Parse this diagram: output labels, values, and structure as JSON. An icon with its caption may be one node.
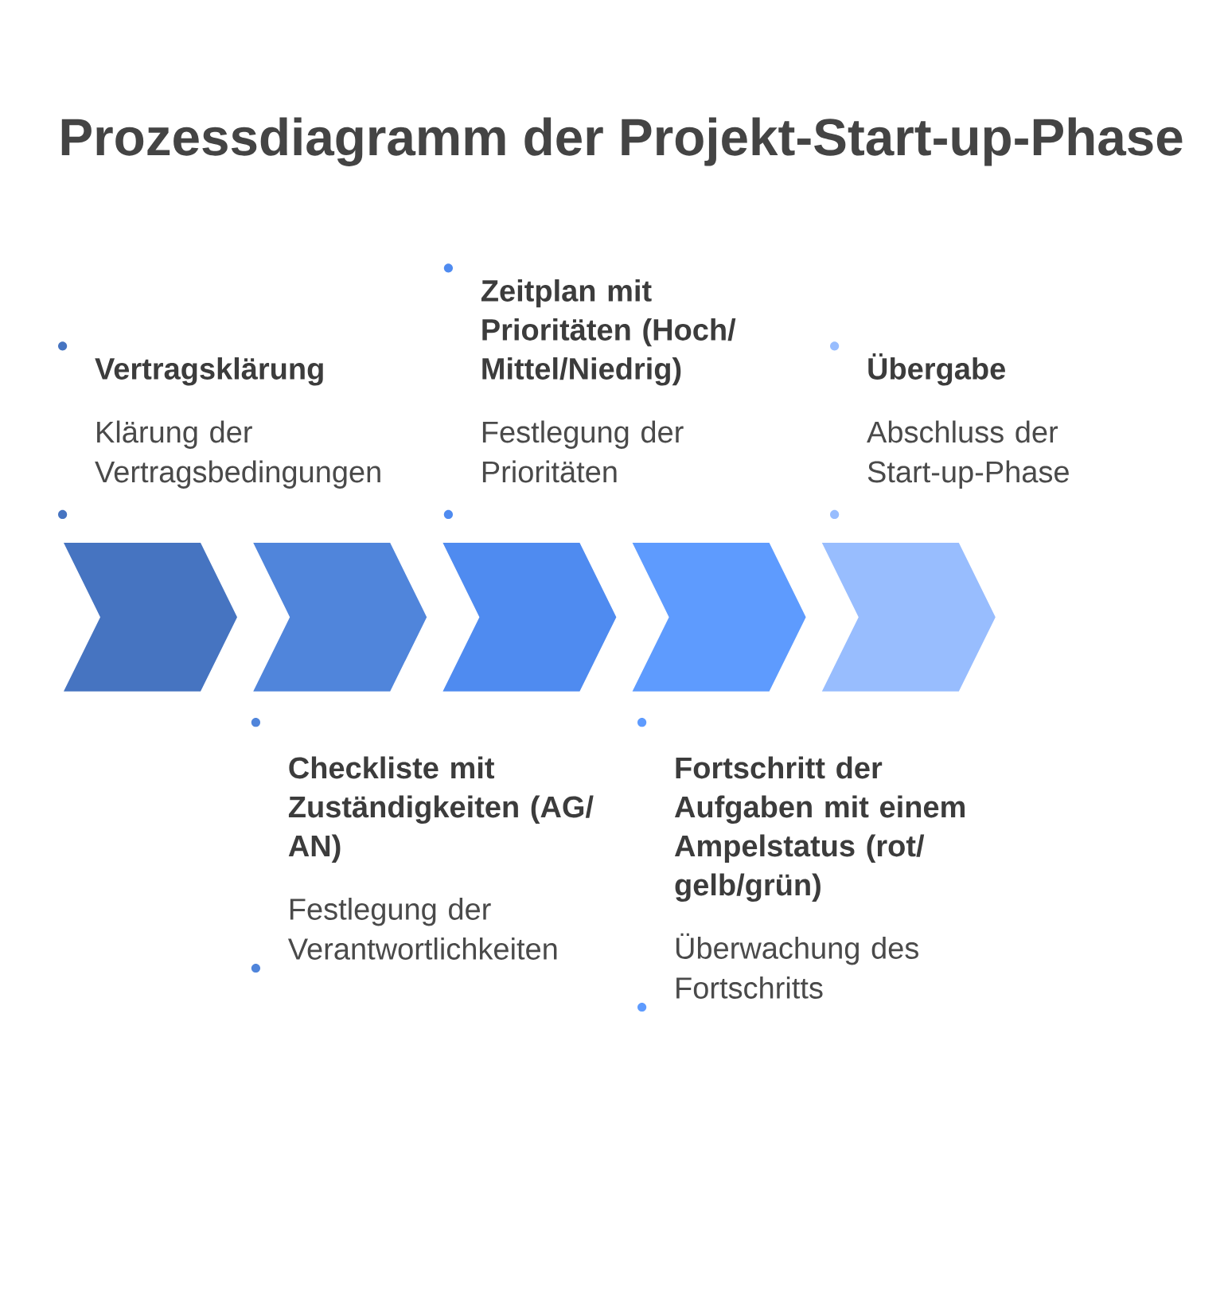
{
  "diagram": {
    "title": "Prozessdiagramm der Projekt-Start-up-Phase",
    "nodes": [
      {
        "text": [],
        "shape": "chevron",
        "beside": [
          "Vertragsklärung",
          "Klärung der Vertragsbedingungen"
        ]
      },
      {
        "text": [],
        "shape": "chevron",
        "beside": [
          "Checkliste mit Zuständigkeiten (AG/AN)",
          "Festlegung der Verantwortlichkeiten"
        ]
      },
      {
        "text": [],
        "shape": "chevron",
        "beside": [
          "Zeitplan mit Prioritäten (Hoch/Mittel/Niedrig)",
          "Festlegung der Prioritäten"
        ]
      },
      {
        "text": [],
        "shape": "chevron",
        "beside": [
          "Fortschritt der Aufgaben mit einem Ampelstatus (rot/gelb/grün)",
          "Überwachung des Fortschritts"
        ]
      },
      {
        "text": [],
        "shape": "chevron",
        "beside": [
          "Übergabe",
          "Abschluss der Start-up-Phase"
        ]
      }
    ]
  }
}
